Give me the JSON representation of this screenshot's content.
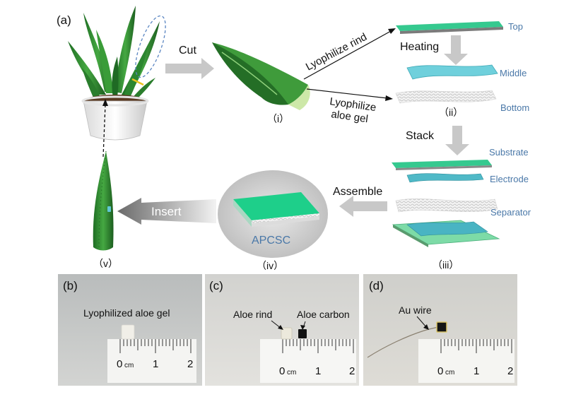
{
  "panel_labels": {
    "a": "(a)",
    "b": "(b)",
    "c": "(c)",
    "d": "(d)"
  },
  "steps": {
    "cut": "Cut",
    "lyophilize_rind": "Lyophilize rind",
    "lyophilize_gel_line1": "Lyophilize",
    "lyophilize_gel_line2": "aloe gel",
    "heating": "Heating",
    "stack": "Stack",
    "assemble": "Assemble",
    "insert": "Insert"
  },
  "sublabels": {
    "i": "（i）",
    "ii": "（ii）",
    "iii": "（iii）",
    "iv": "（iv）",
    "v": "（v）"
  },
  "layers_heating": {
    "top": "Top",
    "middle": "Middle",
    "bottom": "Bottom"
  },
  "layers_stack": {
    "substrate": "Substrate",
    "electrode": "Electrode",
    "separator": "Separator"
  },
  "device_name": "APCSC",
  "photos": {
    "b": {
      "label": "Lyophilized aloe gel",
      "ruler": [
        "0",
        "cm",
        "1",
        "2"
      ]
    },
    "c": {
      "label_rind": "Aloe rind",
      "label_carbon": "Aloe carbon",
      "ruler": [
        "0",
        "cm",
        "1",
        "2"
      ]
    },
    "d": {
      "label_wire": "Au wire",
      "ruler": [
        "0",
        "cm",
        "1",
        "2"
      ]
    }
  },
  "colors": {
    "leaf_green": "#2f8a2f",
    "layer_green": "#35c98f",
    "layer_cyan": "#5fc7d3",
    "label_blue": "#4a78a8",
    "arrow_gray": "#c8c8c8"
  }
}
